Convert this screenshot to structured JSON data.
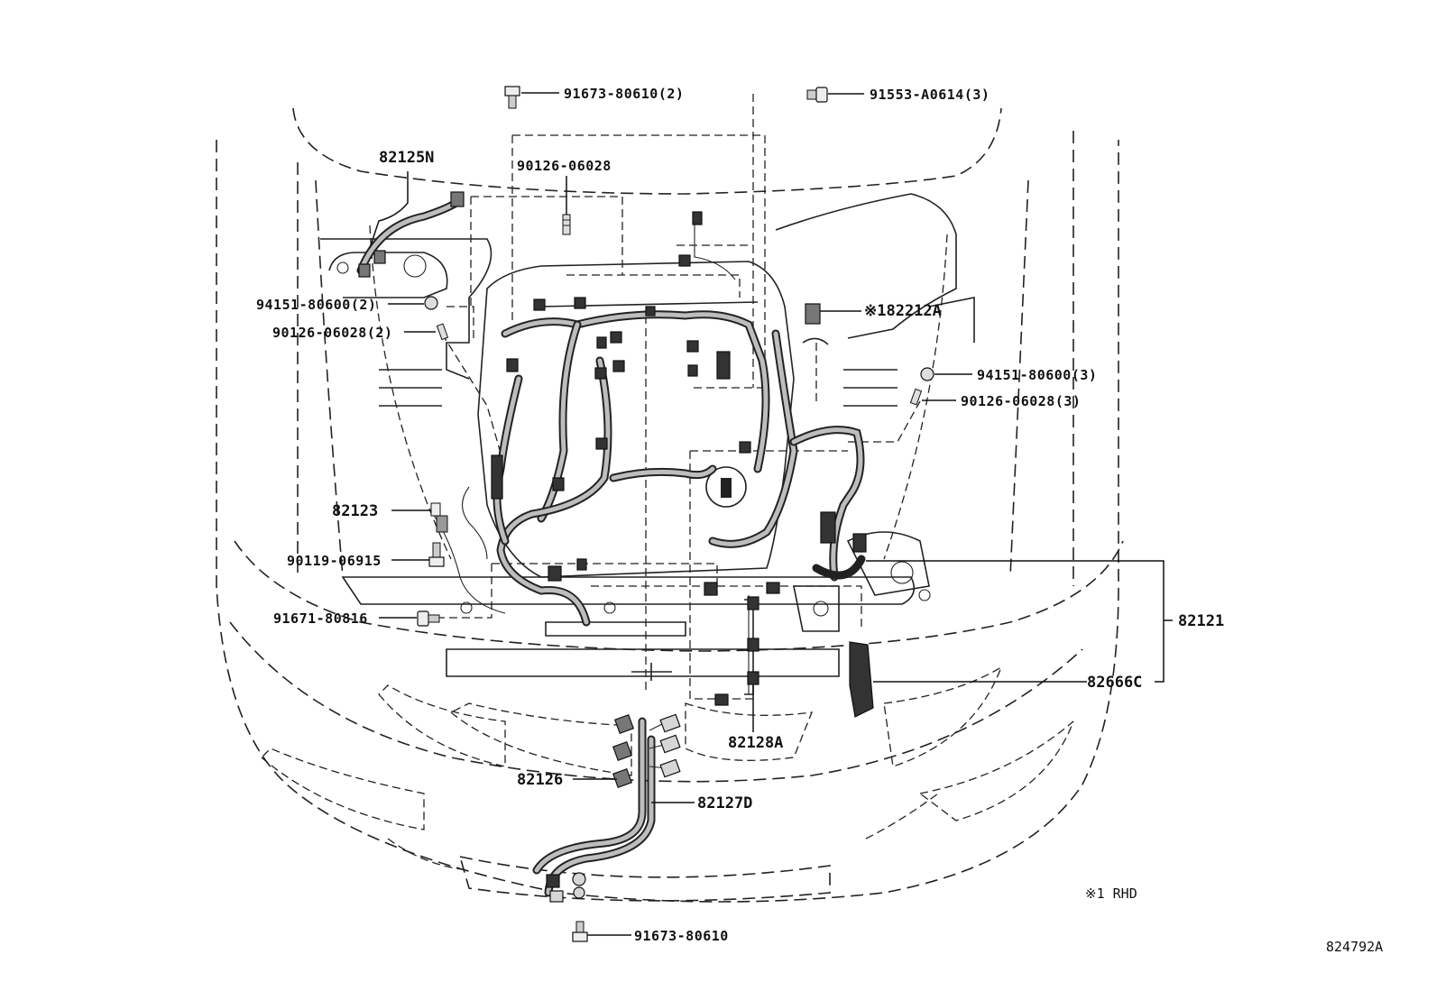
{
  "parts": {
    "p_82125N": "82125N",
    "p_91673_80610_2": "91673-80610(2)",
    "p_91553_A0614_3": "91553-A0614(3)",
    "p_90126_06028_top": "90126-06028",
    "p_94151_80600_2": "94151-80600(2)",
    "p_90126_06028_2": "90126-06028(2)",
    "p_82212A": "※182212A",
    "p_94151_80600_3": "94151-80600(3)",
    "p_90126_06028_3": "90126-06028(3)",
    "p_82123": "82123",
    "p_90119_06915": "90119-06915",
    "p_91671_80816": "91671-80816",
    "p_82121": "82121",
    "p_82666C": "82666C",
    "p_82128A": "82128A",
    "p_82126": "82126",
    "p_82127D": "82127D",
    "p_91673_80610": "91673-80610"
  },
  "footnote": "※1 RHD",
  "diagram_id": "824792A"
}
